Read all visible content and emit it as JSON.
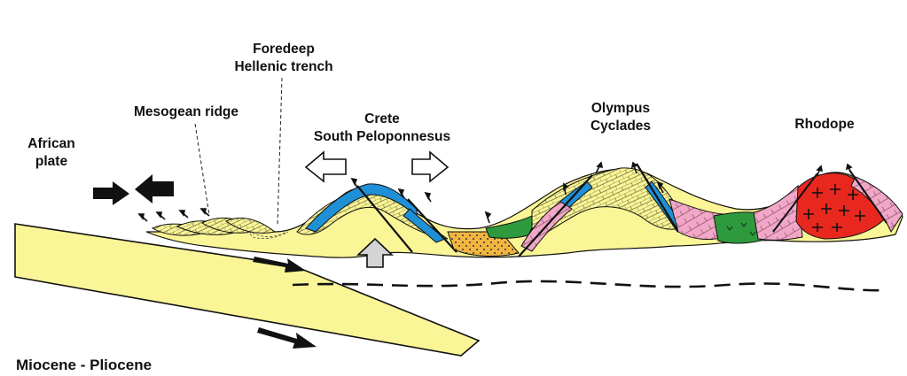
{
  "labels": {
    "foredeep": [
      "Foredeep",
      "Hellenic trench"
    ],
    "mesogean": [
      "Mesogean ridge"
    ],
    "african": [
      "African",
      "plate"
    ],
    "crete": [
      "Crete",
      "South Peloponnesus"
    ],
    "olympus": [
      "Olympus",
      "Cyclades"
    ],
    "rhodope": [
      "Rhodope"
    ],
    "period": [
      "Miocene - Pliocene"
    ]
  },
  "colors": {
    "plate_yellow": "#faf596",
    "blue_layer": "#1f8fd6",
    "pink_unit": "#f1a8c8",
    "green_unit": "#2e9a3d",
    "orange_unit": "#f2b640",
    "red_granite": "#e8281e",
    "outline": "#111111",
    "arrow_outline_fill": "#ffffff",
    "arrow_grey": "#d4d4d4"
  }
}
